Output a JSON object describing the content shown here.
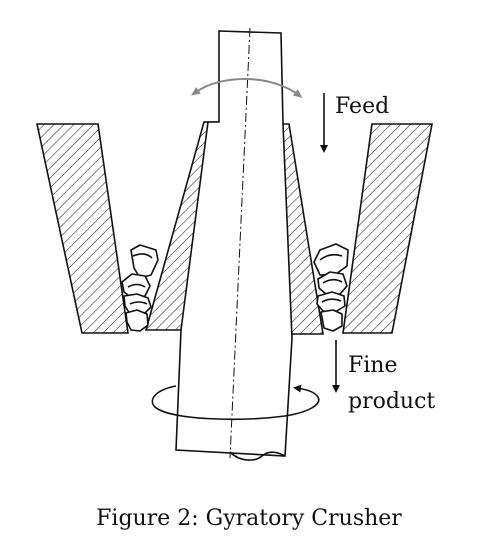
{
  "labels": {
    "feed": "Feed",
    "fine_product_line1": "Fine",
    "fine_product_line2": "product"
  },
  "caption": "Figure 2: Gyratory Crusher",
  "colors": {
    "stroke": "#111111",
    "hatch": "#222222",
    "gyration_arrow": "#888888",
    "background": "#ffffff"
  }
}
